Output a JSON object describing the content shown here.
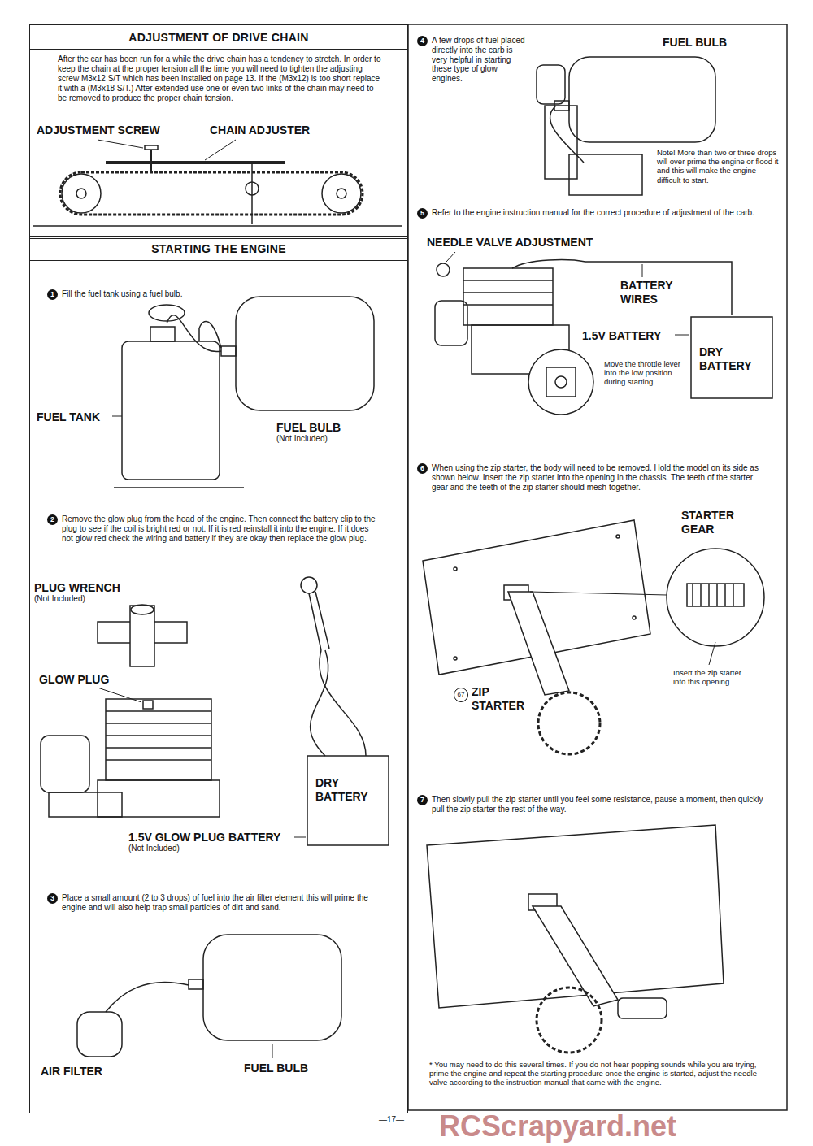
{
  "diagram": {
    "nodes": [
      {
        "text": [
          "ADJUSTMENT OF DRIVE CHAIN",
          "After the car has been run for a while the drive chain has a tendency to stretch. In order to keep the chain at the proper tension all the time you will need to tighten the adjusting screw M3x12 S/T which has been installed on page 13. If the (M3x12) is too short replace it with a (M3x18 S/T.) After extended use one or even two links of the chain may need to be removed to produce the proper chain tension."
        ]
      },
      {
        "text": [
          "STARTING THE ENGINE"
        ]
      }
    ],
    "labels": [
      "ADJUSTMENT SCREW",
      "CHAIN ADJUSTER",
      "1",
      "Fill the fuel tank using a fuel bulb.",
      "FUEL TANK",
      "FUEL BULB",
      "(Not Included)",
      "2",
      "Remove the glow plug from the head of the engine. Then connect the battery clip to the plug to see if the coil is bright red or not. If it is red reinstall it into the engine. If it does not glow red check the wiring and battery if they are okay then replace the glow plug.",
      "PLUG WRENCH",
      "(Not Included)",
      "GLOW PLUG",
      "1.5V GLOW PLUG BATTERY",
      "(Not Included)",
      "DRY BATTERY",
      "3",
      "Place a small amount (2 to 3 drops) of fuel into the air filter element this will prime the engine and will also help trap small particles of dirt and sand.",
      "AIR FILTER",
      "FUEL BULB",
      "4",
      "A few drops of fuel placed directly into the carb is very helpful in starting these type of glow engines.",
      "FUEL BULB",
      "Note! More than two or three drops will over prime the engine or flood it and this will make the engine difficult to start.",
      "5",
      "Refer to the engine instruction manual for the correct procedure of adjustment of the carb.",
      "NEEDLE VALVE ADJUSTMENT",
      "BATTERY WIRES",
      "1.5V BATTERY",
      "DRY BATTERY",
      "Move the throttle lever into the low position during starting.",
      "6",
      "When using the zip starter, the body will need to be removed. Hold the model on its side as shown below. Insert the zip starter into the opening in the chassis. The teeth of the starter gear and the teeth of the zip starter should mesh together.",
      "STARTER GEAR",
      "Insert the zip starter into this opening.",
      "67",
      "ZIP STARTER",
      "7",
      "Then slowly pull the zip starter until you feel some resistance, pause a moment, then quickly pull the zip starter the rest of the way.",
      "* You may need to do this several times. If you do not hear popping sounds while you are trying, prime the engine and repeat the starting procedure once the engine is started, adjust the needle valve according to the instruction manual that came with the engine.",
      "—17—",
      "RCScrapyard.net"
    ]
  }
}
